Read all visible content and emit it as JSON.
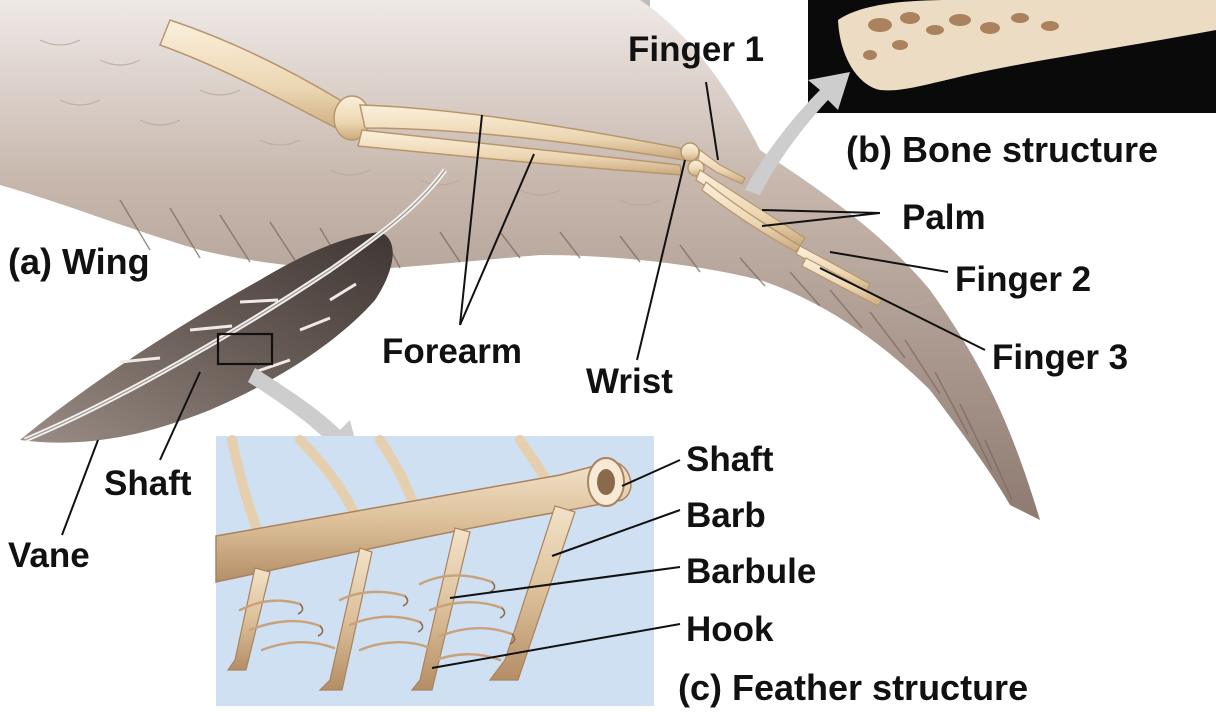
{
  "panels": {
    "wing": "(a) Wing",
    "bone": "(b) Bone structure",
    "feather": "(c) Feather structure"
  },
  "labels": {
    "finger1": "Finger 1",
    "palm": "Palm",
    "finger2": "Finger 2",
    "finger3": "Finger 3",
    "forearm": "Forearm",
    "wrist": "Wrist",
    "shaft_quill": "Shaft",
    "vane": "Vane",
    "shaft_detail": "Shaft",
    "barb": "Barb",
    "barbule": "Barbule",
    "hook": "Hook"
  },
  "colors": {
    "wing_feathers": "#a89488",
    "wing_highlight": "#e6e0dc",
    "bone": "#efdcbc",
    "bone_shadow": "#c9a97f",
    "feather_vane": "#6e625c",
    "detail_bg": "#cfe0f2",
    "arrow_gray": "#c8c8c8",
    "leader_line": "#111111",
    "photo_bg": "#0a0a0a"
  }
}
